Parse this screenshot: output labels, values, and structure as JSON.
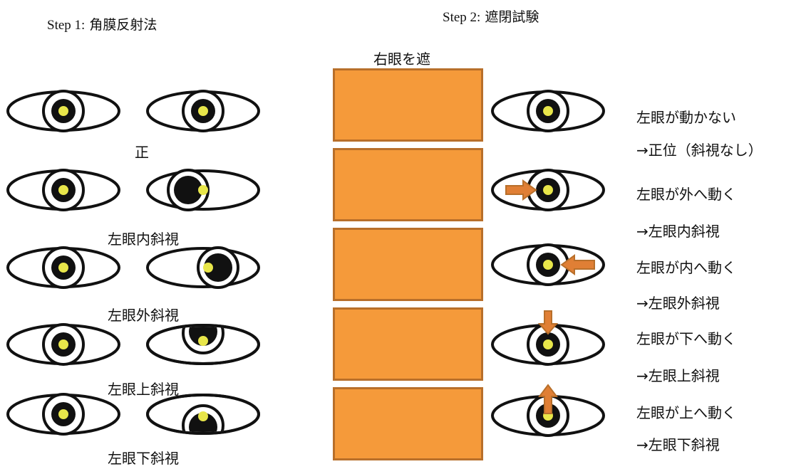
{
  "step1": {
    "title": "Step 1:",
    "subtitle": "角膜反射法"
  },
  "step2": {
    "title": "Step 2:",
    "subtitle": "遮閉試験"
  },
  "cover_label": "右眼を遮",
  "step1_labels": [
    "正",
    "左眼内斜視",
    "左眼外斜視",
    "左眼上斜視",
    "左眼下斜視"
  ],
  "step2_rows": [
    {
      "line1": "左眼が動かない",
      "line2": "→正位（斜視なし）"
    },
    {
      "line1": "左眼が外へ動く",
      "line2": "→左眼内斜視"
    },
    {
      "line1": "左眼が内へ動く",
      "line2": "→左眼外斜視"
    },
    {
      "line1": "左眼が下へ動く",
      "line2": "→左眼上斜視"
    },
    {
      "line1": "左眼が上へ動く",
      "line2": "→左眼下斜視"
    }
  ],
  "colors": {
    "cover_fill": "#f59a3a",
    "cover_border": "#b86f2a",
    "reflex": "#e8e64a",
    "pupil": "#111111",
    "arrow": "#e07f35"
  },
  "icons": {
    "eye": "eye-icon",
    "arrow": "arrow-icon"
  }
}
